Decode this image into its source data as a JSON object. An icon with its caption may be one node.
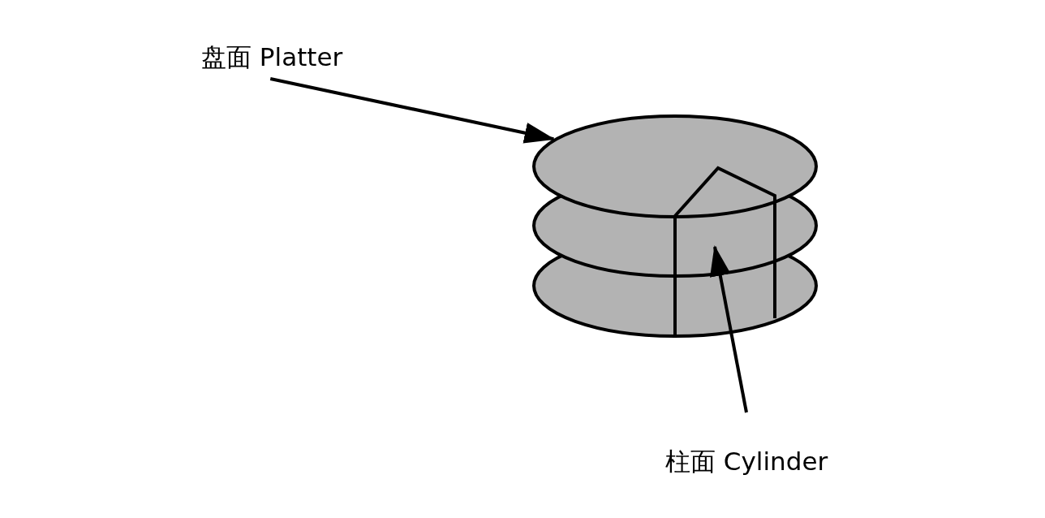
{
  "diagram": {
    "nodes": [
      {
        "text": [
          "盘面 Platter"
        ]
      },
      {
        "text": [],
        "shape": "circle"
      },
      {
        "text": [
          "柱面 Cylinder"
        ]
      },
      {
        "text": [],
        "shape": "box"
      }
    ],
    "edges": [
      {
        "from": 0,
        "to": 1,
        "arrow": "to"
      },
      {
        "from": 2,
        "to": 3,
        "arrow": "to"
      }
    ]
  }
}
